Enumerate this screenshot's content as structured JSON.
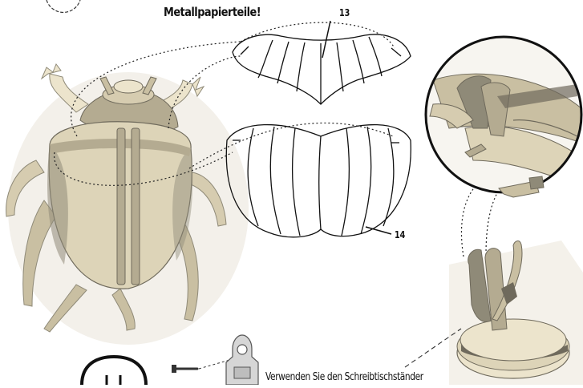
{
  "instruction": {
    "title": "Metallpapierteile!",
    "note": "Verwenden Sie den Schreibtischständer"
  },
  "parts": [
    {
      "number": "13"
    },
    {
      "number": "14"
    }
  ],
  "colors": {
    "wood_light": "#ece4cc",
    "wood_mid": "#c9bfa2",
    "wood_dark": "#8f8a78",
    "wood_shadow": "#6f6a5c",
    "line": "#111111"
  },
  "icons": [
    "beetle-model",
    "wing-cover-13",
    "wing-cover-14",
    "detail-magnifier",
    "desk-stand",
    "screw-icon",
    "stand-hanger-icon",
    "wall-hook-icon"
  ]
}
